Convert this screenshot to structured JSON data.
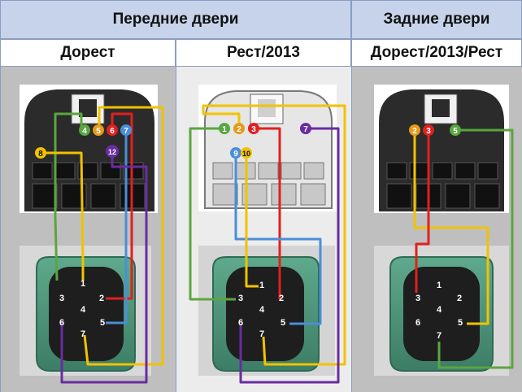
{
  "header": {
    "front_doors": "Передние двери",
    "rear_doors": "Задние двери"
  },
  "columns": [
    {
      "label": "Дорест",
      "top_pins": [
        "4",
        "5",
        "6",
        "7",
        "8",
        "12"
      ],
      "bottom_pins": [
        "1",
        "2",
        "3",
        "4",
        "5",
        "6",
        "7"
      ]
    },
    {
      "label": "Рест/2013",
      "top_pins": [
        "1",
        "2",
        "3",
        "7",
        "9",
        "10"
      ],
      "bottom_pins": [
        "1",
        "2",
        "3",
        "4",
        "5",
        "6",
        "7"
      ]
    },
    {
      "label": "Дорест/2013/Рест",
      "top_pins": [
        "2",
        "3",
        "5"
      ],
      "bottom_pins": [
        "1",
        "2",
        "3",
        "4",
        "5",
        "6",
        "7"
      ]
    }
  ],
  "wire_colors": {
    "green": "#5aa640",
    "yellow": "#f2c200",
    "red": "#e02020",
    "blue": "#4a8fd6",
    "purple": "#6a2ca0",
    "orange": "#e59a1c"
  }
}
